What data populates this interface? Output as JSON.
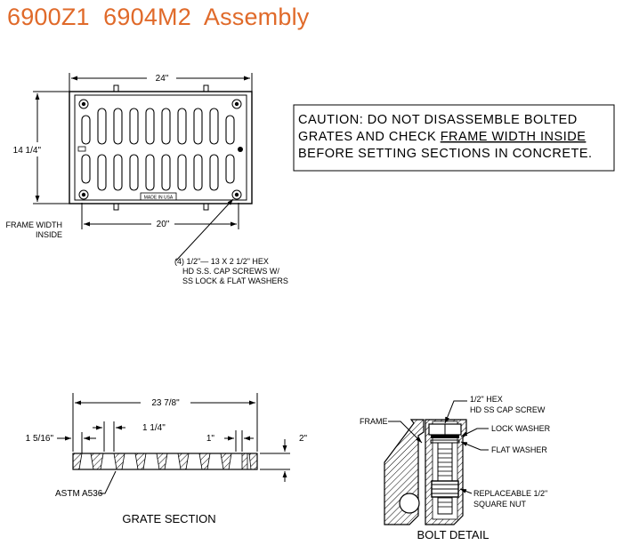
{
  "title": "6900Z1  6904M2  Assembly",
  "top_view": {
    "width_label": "24\"",
    "height_label": "14 1/4\"",
    "inside_width_label": "20\"",
    "frame_width_label_1": "FRAME WIDTH",
    "frame_width_label_2": "INSIDE",
    "stamp_text": "MADE IN USA",
    "screws_note_1": "(4) 1/2\"— 13 X 2 1/2\" HEX",
    "screws_note_2": "HD S.S. CAP SCREWS W/",
    "screws_note_3": "SS LOCK & FLAT WASHERS"
  },
  "caution": {
    "line1": "CAUTION: DO NOT DISASSEMBLE BOLTED",
    "line2_pre": "GRATES AND CHECK ",
    "line2_underlined": "FRAME WIDTH INSIDE",
    "line3": "BEFORE SETTING SECTIONS IN CONCRETE."
  },
  "grate_section": {
    "overall_label": "23 7/8\"",
    "left_label": "1 5/16\"",
    "slot_label": "1 1/4\"",
    "bar_label": "1\"",
    "depth_label": "2\"",
    "material_label": "ASTM A536",
    "caption": "GRATE SECTION"
  },
  "bolt_detail": {
    "hex_label_1": "1/2\" HEX",
    "hex_label_2": "HD SS CAP SCREW",
    "frame_label": "FRAME",
    "lock_washer_label": "LOCK WASHER",
    "flat_washer_label": "FLAT WASHER",
    "nut_label_1": "REPLACEABLE 1/2\"",
    "nut_label_2": "SQUARE NUT",
    "caption": "BOLT DETAIL"
  }
}
